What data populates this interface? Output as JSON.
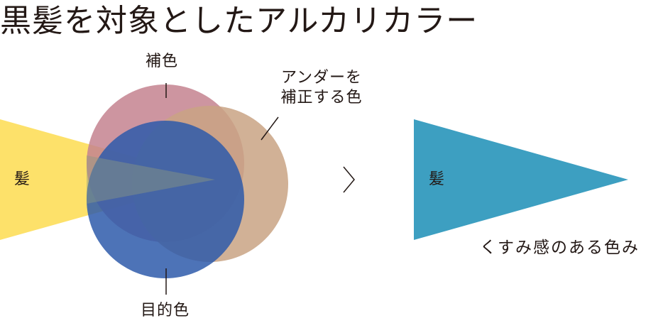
{
  "title": "黒髪を対象としたアルカリカラー",
  "hair_left_label": "髪",
  "hair_right_label": "髪",
  "complementary_label": "補色",
  "under_correction_label": {
    "line1": "アンダーを",
    "line2": "補正する色"
  },
  "target_color_label": "目的色",
  "result_label": "くすみ感のある色み",
  "arrow_symbol": "chevron-right-icon",
  "colors": {
    "hair_yellow": "#FDE16A",
    "complementary_pink": "#C4828F",
    "under_tan": "#C9A384",
    "target_blue": "#3D6DB5",
    "result_teal": "#3D9FC1",
    "text": "#231815"
  }
}
